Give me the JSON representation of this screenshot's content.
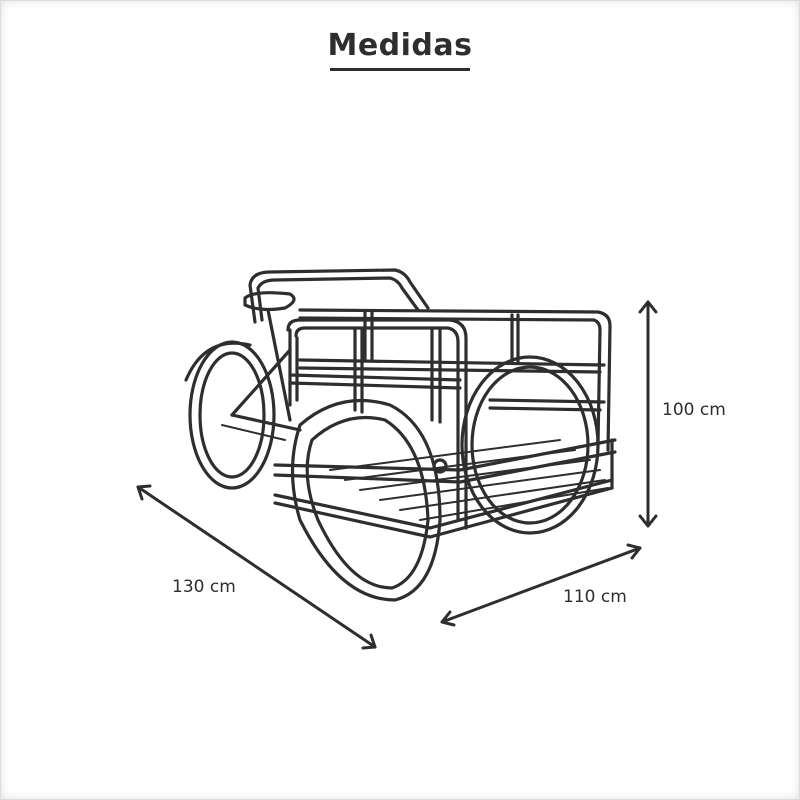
{
  "title": "Medidas",
  "dimensions": {
    "height": "100 cm",
    "length": "130 cm",
    "width": "110 cm"
  },
  "colors": {
    "line": "#2e2e2e",
    "background": "#ffffff"
  }
}
